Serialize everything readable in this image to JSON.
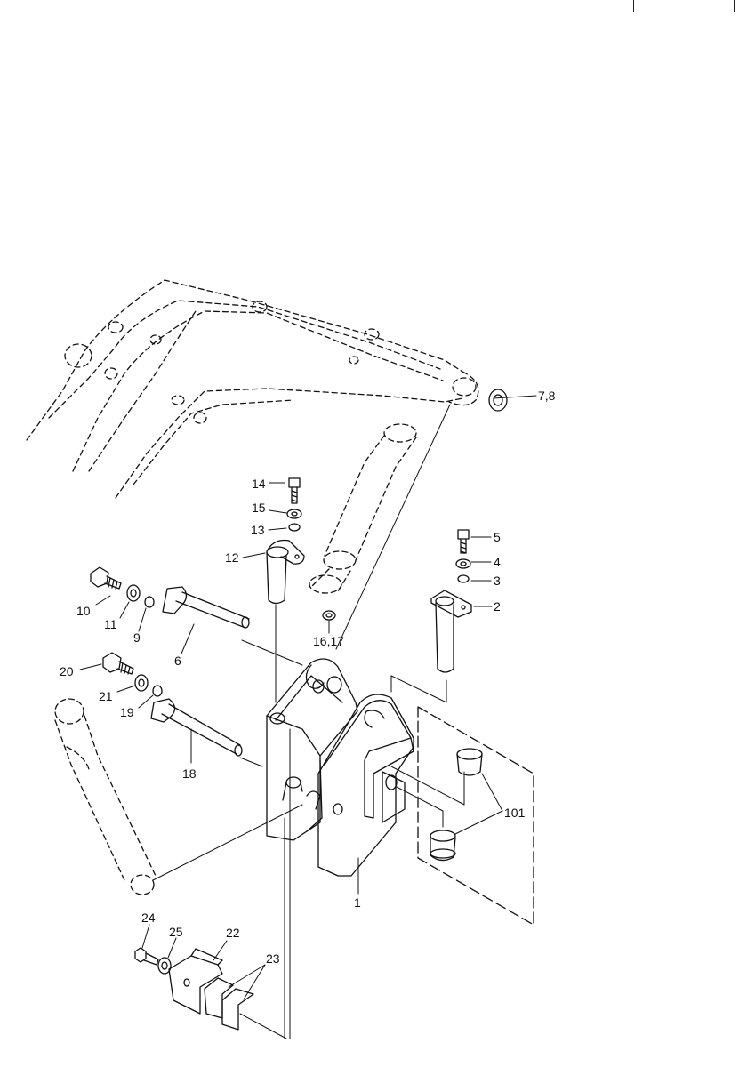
{
  "callouts": [
    {
      "id": "c78",
      "label": "7,8"
    },
    {
      "id": "c14",
      "label": "14"
    },
    {
      "id": "c15",
      "label": "15"
    },
    {
      "id": "c13",
      "label": "13"
    },
    {
      "id": "c12",
      "label": "12"
    },
    {
      "id": "c5",
      "label": "5"
    },
    {
      "id": "c4",
      "label": "4"
    },
    {
      "id": "c3",
      "label": "3"
    },
    {
      "id": "c2",
      "label": "2"
    },
    {
      "id": "c1617",
      "label": "16,17"
    },
    {
      "id": "c10",
      "label": "10"
    },
    {
      "id": "c11",
      "label": "11"
    },
    {
      "id": "c9",
      "label": "9"
    },
    {
      "id": "c6",
      "label": "6"
    },
    {
      "id": "c20",
      "label": "20"
    },
    {
      "id": "c21",
      "label": "21"
    },
    {
      "id": "c19",
      "label": "19"
    },
    {
      "id": "c18",
      "label": "18"
    },
    {
      "id": "c101",
      "label": "101"
    },
    {
      "id": "c1",
      "label": "1"
    },
    {
      "id": "c24",
      "label": "24"
    },
    {
      "id": "c25",
      "label": "25"
    },
    {
      "id": "c22",
      "label": "22"
    },
    {
      "id": "c23",
      "label": "23"
    }
  ]
}
